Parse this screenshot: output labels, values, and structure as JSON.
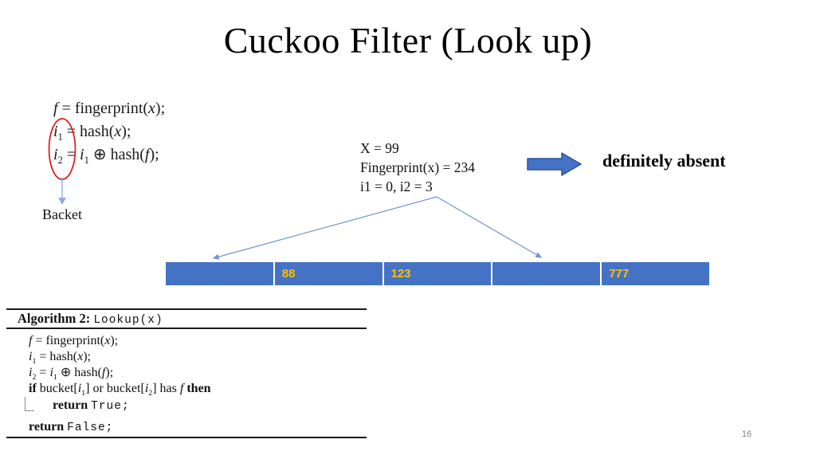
{
  "slide": {
    "title": "Cuckoo Filter (Look up)",
    "page_number": "16"
  },
  "colors": {
    "array_blue": "#4472C4",
    "cell_value_gold": "#FFC000",
    "block_arrow_fill": "#4472C4",
    "block_arrow_border": "#2F5496",
    "highlight_ellipse_red": "#E02020",
    "connector_blue": "#7593CE",
    "pointer_blue": "#8FAADC"
  },
  "icons": {
    "result_arrow": "block-arrow-right-icon",
    "bucket_pointer": "down-arrow-icon",
    "highlight": "red-ellipse-icon",
    "index_pointers": "connector-arrow-icon"
  },
  "formula": {
    "l1": [
      "f",
      " = fingerprint(",
      "x",
      ");"
    ],
    "l2": [
      "i",
      "1",
      " = hash(",
      "x",
      ");"
    ],
    "l3": [
      "i",
      "2",
      " = ",
      "i",
      "1",
      " ⊕ hash(",
      "f",
      ");"
    ],
    "bucket_label": "Backet"
  },
  "lookup_example": {
    "l1": "X = 99",
    "l2": "Fingerprint(x) = 234",
    "l3": "i1 = 0, i2 = 3"
  },
  "result": {
    "label": "definitely absent"
  },
  "bucket_array": {
    "cells": [
      "",
      "88",
      "123",
      "",
      "777"
    ]
  },
  "algorithm": {
    "header_label": "Algorithm 2:",
    "header_name": "Lookup(x)",
    "l1": [
      "f",
      " = fingerprint(",
      "x",
      ");"
    ],
    "l2": [
      "i",
      "1",
      " = hash(",
      "x",
      ");"
    ],
    "l3": [
      "i",
      "2",
      " = ",
      "i",
      "1",
      " ⊕ hash(",
      "f",
      ");"
    ],
    "l4": [
      "if",
      " bucket[",
      "i",
      "1",
      "] or bucket[",
      "i",
      "2",
      "] has ",
      "f",
      " ",
      "then"
    ],
    "l5": [
      "return",
      " ",
      "True;"
    ],
    "l6": [
      "return",
      " ",
      "False;"
    ]
  }
}
